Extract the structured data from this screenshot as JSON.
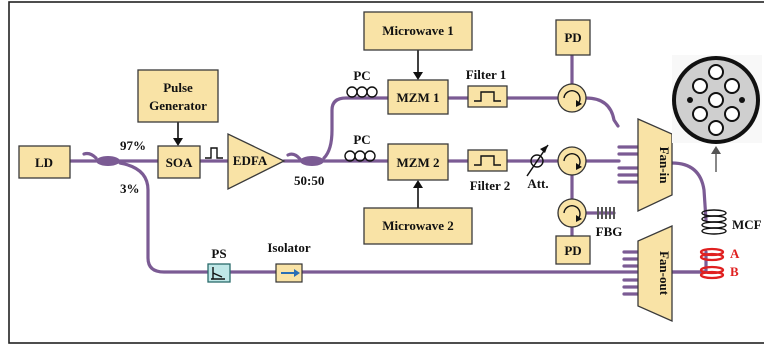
{
  "labels": {
    "ld": "LD",
    "pulse_generator": [
      "Pulse",
      "Generator"
    ],
    "soa": "SOA",
    "edfa": "EDFA",
    "microwave1": "Microwave 1",
    "microwave2": "Microwave 2",
    "mzm1": "MZM 1",
    "mzm2": "MZM 2",
    "pd_top": "PD",
    "pd_bottom": "PD",
    "filter1": "Filter 1",
    "filter2": "Filter 2",
    "att": "Att.",
    "fbg": "FBG",
    "fan_in": "Fan-in",
    "fan_out": "Fan-out",
    "mcf": "MCF",
    "core_a": "A",
    "core_b": "B",
    "ps": "PS",
    "isolator": "Isolator",
    "pc_top": "PC",
    "pc_bottom": "PC",
    "ratio_97": "97%",
    "ratio_3": "3%",
    "ratio_5050": "50:50"
  },
  "colors": {
    "box_fill": "#f9e3a6",
    "fiber": "#7b5b94",
    "highlight": "#e02020"
  }
}
